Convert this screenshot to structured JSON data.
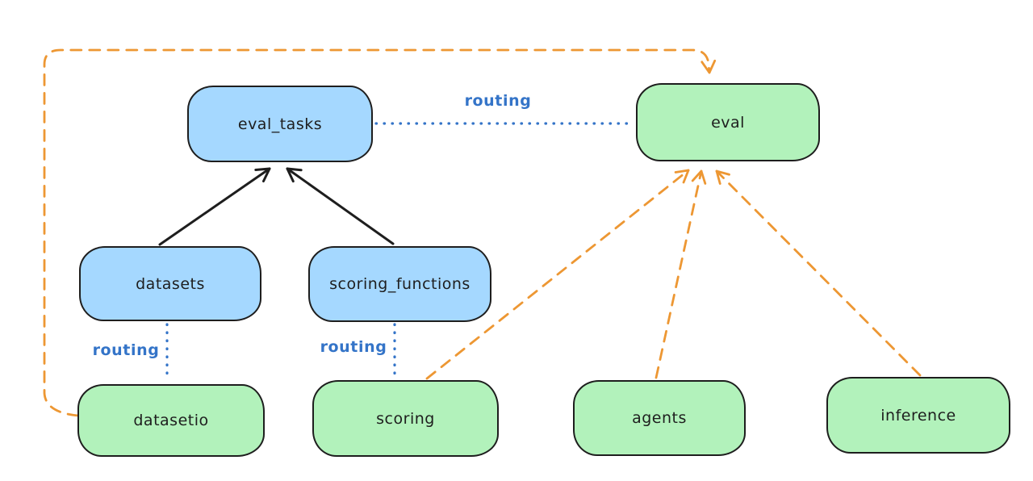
{
  "diagram": {
    "kind": "architecture-diagram",
    "colors": {
      "background": "#ffffff",
      "node_border": "#1e1e1e",
      "node_text": "#1e1e1e",
      "registry_fill_blue": "#a5d8ff",
      "api_fill_green": "#b2f2bb",
      "routing_blue": "#3474c8",
      "dashed_orange": "#ed9733",
      "solid_arrow_black": "#1e1e1e"
    },
    "nodes": {
      "eval_tasks": {
        "label": "eval_tasks",
        "fill": "#a5d8ff"
      },
      "eval": {
        "label": "eval",
        "fill": "#b2f2bb"
      },
      "datasets": {
        "label": "datasets",
        "fill": "#a5d8ff"
      },
      "scoring_functions": {
        "label": "scoring_functions",
        "fill": "#a5d8ff"
      },
      "datasetio": {
        "label": "datasetio",
        "fill": "#b2f2bb"
      },
      "scoring": {
        "label": "scoring",
        "fill": "#b2f2bb"
      },
      "agents": {
        "label": "agents",
        "fill": "#b2f2bb"
      },
      "inference": {
        "label": "inference",
        "fill": "#b2f2bb"
      }
    },
    "edge_labels": {
      "routing_top": "routing",
      "routing_datasets": "routing",
      "routing_scoring": "routing"
    },
    "edges": [
      {
        "from": "datasets",
        "to": "eval_tasks",
        "style": "solid-black-arrow"
      },
      {
        "from": "scoring_functions",
        "to": "eval_tasks",
        "style": "solid-black-arrow"
      },
      {
        "from": "eval_tasks",
        "to": "eval",
        "style": "dotted-blue",
        "label": "routing"
      },
      {
        "from": "datasets",
        "to": "datasetio",
        "style": "dotted-blue",
        "label": "routing"
      },
      {
        "from": "scoring_functions",
        "to": "scoring",
        "style": "dotted-blue",
        "label": "routing"
      },
      {
        "from": "datasetio",
        "to": "eval",
        "style": "dashed-orange-arrow",
        "route": "loop-around-top-left"
      },
      {
        "from": "scoring",
        "to": "eval",
        "style": "dashed-orange-arrow"
      },
      {
        "from": "agents",
        "to": "eval",
        "style": "dashed-orange-arrow"
      },
      {
        "from": "inference",
        "to": "eval",
        "style": "dashed-orange-arrow"
      }
    ]
  }
}
